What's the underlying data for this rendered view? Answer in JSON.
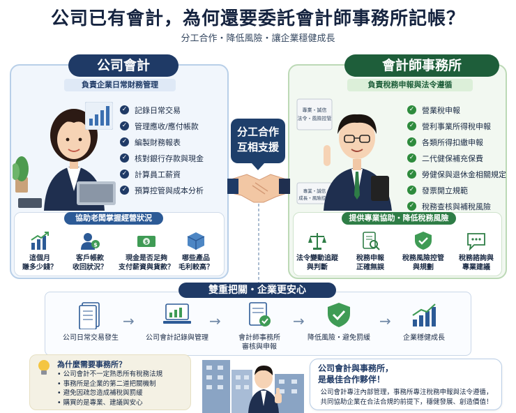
{
  "header": {
    "title": "公司已有會計，為何還要委託會計師事務所記帳？",
    "subtitle": "分工合作・降低風險・讓企業穩健成長"
  },
  "left": {
    "title": "公司會計",
    "role": "負責企業日常財務管理",
    "tasks": [
      "記錄日常交易",
      "管理應收/應付帳款",
      "編製財務報表",
      "核對銀行存款與現金",
      "計算員工薪資",
      "預算控管與成本分析"
    ],
    "strip_label": "協助老闆掌握經營狀況",
    "features": [
      {
        "line1": "這個月",
        "line2": "賺多少錢？",
        "icon": "bar-growth-icon"
      },
      {
        "line1": "客戶帳款",
        "line2": "收回狀況？",
        "icon": "client-money-icon"
      },
      {
        "line1": "現金是否足夠",
        "line2": "支付薪資與貨款？",
        "icon": "cash-icon"
      },
      {
        "line1": "哪些產品",
        "line2": "毛利較高？",
        "icon": "box-icon"
      }
    ]
  },
  "center": {
    "line1": "分工合作",
    "line2": "互相支援",
    "sign_text": "專業・誠信 法令・風險控管",
    "sign_text2": "專業・誠信 成長・風險控管"
  },
  "right": {
    "title": "會計師事務所",
    "role": "負責稅務申報與法令遵循",
    "tasks": [
      "營業稅申報",
      "營利事業所得稅申報",
      "各類所得扣繳申報",
      "二代健保補充保費",
      "勞健保與退休金相關規定",
      "發票開立規範",
      "稅務查核與補稅風險"
    ],
    "strip_label": "提供專業協助・降低稅務風險",
    "features": [
      {
        "line1": "法令變動追蹤",
        "line2": "與判斷",
        "icon": "scale-icon"
      },
      {
        "line1": "稅務申報",
        "line2": "正確無誤",
        "icon": "tax-doc-icon"
      },
      {
        "line1": "稅務風險控管",
        "line2": "與規劃",
        "icon": "shield-check-icon"
      },
      {
        "line1": "稅務諮詢與",
        "line2": "專業建議",
        "icon": "chat-icon"
      }
    ]
  },
  "flow": {
    "title": "雙重把關・企業更安心",
    "steps": [
      {
        "line1": "公司日常交易發生",
        "line2": "",
        "icon": "document-icon"
      },
      {
        "line1": "公司會計記錄與管理",
        "line2": "",
        "icon": "laptop-chart-icon"
      },
      {
        "line1": "會計師事務所",
        "line2": "審核與申報",
        "icon": "review-check-icon"
      },
      {
        "line1": "降低風險・避免罰緩",
        "line2": "",
        "icon": "shield-icon"
      },
      {
        "line1": "企業穩健成長",
        "line2": "",
        "icon": "growth-icon"
      }
    ]
  },
  "why": {
    "title": "為什麼需要事務所？",
    "items": [
      "公司會計不一定熟悉所有稅務法規",
      "事務所是企業的第二道把關機制",
      "避免因疏忽造成補稅與罰緩",
      "購買的是專業、建議與安心"
    ]
  },
  "partner": {
    "title1": "公司會計與事務所，",
    "title2": "是最佳合作夥伴！",
    "body1": "公司會計專注內部管理，事務所專注稅務申報與法令遵循，",
    "body2": "共同協助企業在合法合規的前提下，穩健發展、創造價值！"
  },
  "colors": {
    "navy": "#1f3a66",
    "green": "#2e7d46",
    "accent_blue": "#2c5a96"
  }
}
